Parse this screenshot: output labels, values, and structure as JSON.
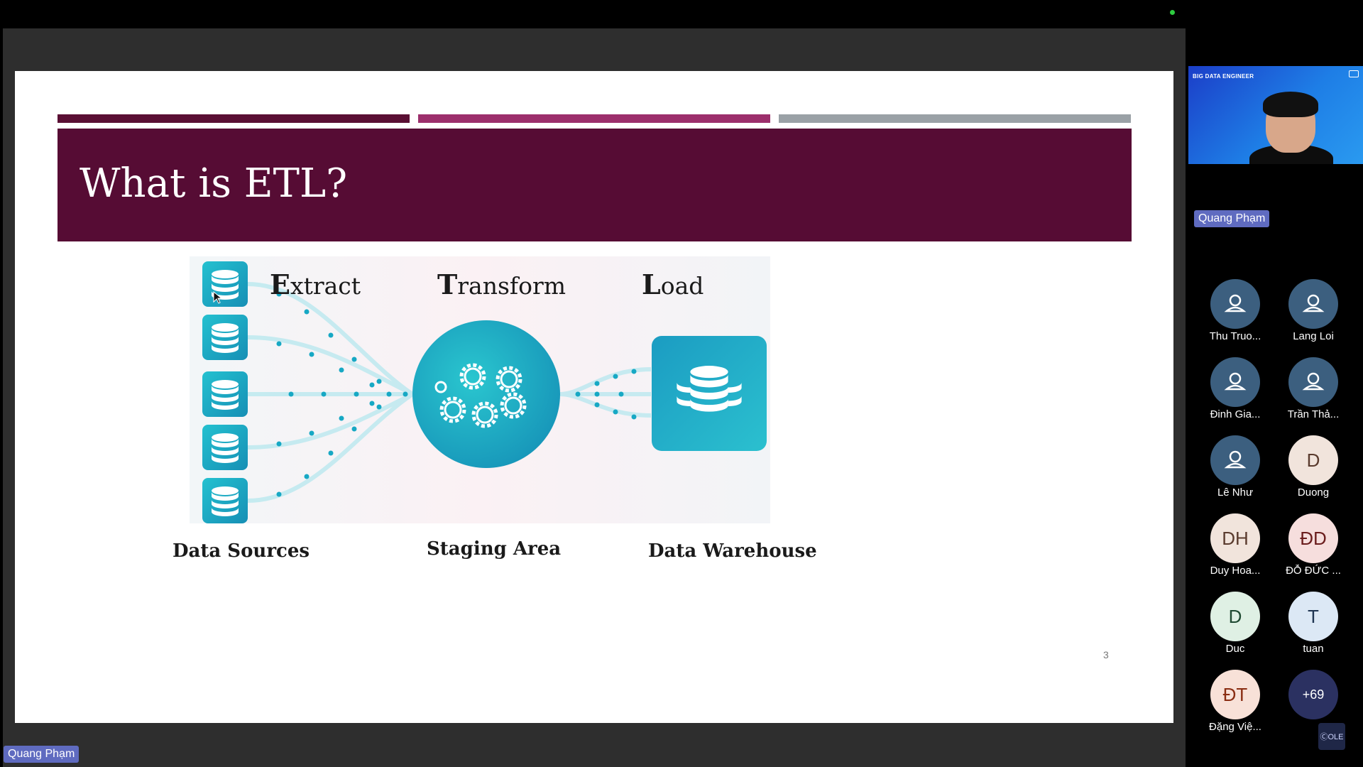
{
  "slide": {
    "title": "What is ETL?",
    "phases": [
      {
        "cap": "E",
        "rest": "xtract"
      },
      {
        "cap": "T",
        "rest": "ransform"
      },
      {
        "cap": "L",
        "rest": "oad"
      }
    ],
    "sources_label": "Data Sources",
    "staging_label": "Staging Area",
    "warehouse_label": "Data Warehouse",
    "page_number": "3",
    "colors": {
      "title_band": "#560c34",
      "accent_bar_1": "#5a0f34",
      "accent_bar_2": "#9c2f6c",
      "accent_bar_3": "#9aa1a6",
      "diagram_teal": "#1fb8c8"
    }
  },
  "presenter": {
    "name": "Quang Phạm",
    "video_caption": "BIG DATA ENGINEER"
  },
  "participants": [
    {
      "initials": "",
      "icon": "person-icon",
      "name": "Thu Truo...",
      "bg": "#3c5f7f",
      "fg": "#ffffff"
    },
    {
      "initials": "",
      "icon": "person-icon",
      "name": "Lang Loi",
      "bg": "#3c5f7f",
      "fg": "#ffffff"
    },
    {
      "initials": "",
      "icon": "person-icon",
      "name": "Đinh Gia...",
      "bg": "#3c5f7f",
      "fg": "#ffffff"
    },
    {
      "initials": "",
      "icon": "person-icon",
      "name": "Trần Thả...",
      "bg": "#3c5f7f",
      "fg": "#ffffff"
    },
    {
      "initials": "",
      "icon": "person-icon",
      "name": "Lê Như",
      "bg": "#3c5f7f",
      "fg": "#ffffff"
    },
    {
      "initials": "D",
      "icon": "",
      "name": "Duong",
      "bg": "#f1e4dc",
      "fg": "#5a3b2e"
    },
    {
      "initials": "DH",
      "icon": "",
      "name": "Duy Hoa...",
      "bg": "#f1e4dc",
      "fg": "#5a3b2e"
    },
    {
      "initials": "ĐD",
      "icon": "",
      "name": "ĐỖ ĐỨC ...",
      "bg": "#f6dedd",
      "fg": "#6b1d1d"
    },
    {
      "initials": "D",
      "icon": "",
      "name": "Duc",
      "bg": "#dff0e4",
      "fg": "#1f4a32"
    },
    {
      "initials": "T",
      "icon": "",
      "name": "tuan",
      "bg": "#dce8f5",
      "fg": "#1f3552"
    },
    {
      "initials": "ĐT",
      "icon": "",
      "name": "Đặng Việ...",
      "bg": "#f8e1d8",
      "fg": "#8a2d12"
    }
  ],
  "more_participants": "+69",
  "corner_button": "ⒸOLE"
}
